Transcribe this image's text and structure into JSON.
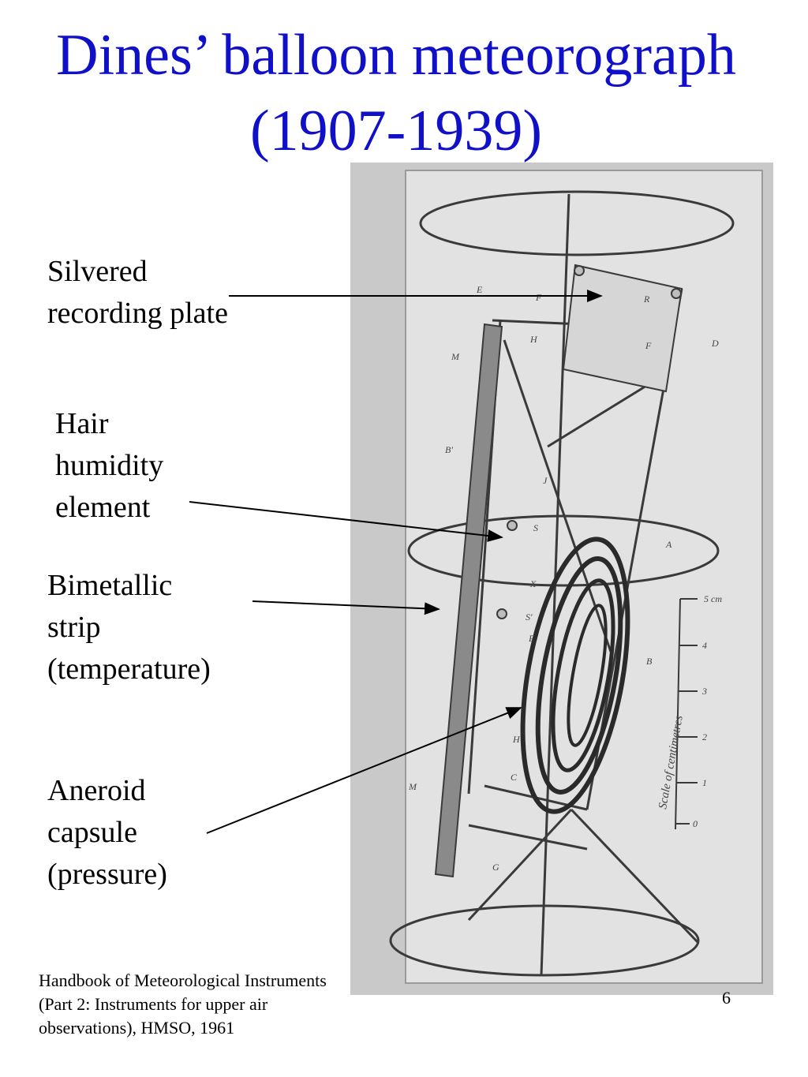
{
  "slide": {
    "title_line1": "Dines’ balloon meteorograph",
    "title_line2": "(1907-1939)",
    "page_number": "6"
  },
  "labels": {
    "plate": [
      "Silvered",
      "recording plate"
    ],
    "humidity": [
      "Hair",
      "humidity",
      "element"
    ],
    "temperature": [
      "Bimetallic",
      "strip",
      "(temperature)"
    ],
    "pressure": [
      "Aneroid",
      "capsule",
      "(pressure)"
    ]
  },
  "source": "Handbook of Meteorological Instruments (Part 2: Instruments for upper air observations), HMSO, 1961",
  "figure": {
    "part_letters": [
      "E",
      "F",
      "R",
      "D",
      "M",
      "H",
      "F",
      "B'",
      "J",
      "S",
      "A",
      "X",
      "S'",
      "E",
      "B",
      "H",
      "M",
      "C",
      "G"
    ],
    "scale_caption": "Scale of centimetres",
    "scale_marks": [
      "5 cm",
      "4",
      "3",
      "2",
      "1",
      "0"
    ]
  },
  "colors": {
    "title": "#1010c8",
    "photo_background": "#c9c9c9",
    "photo_paper": "#e2e2e2",
    "ink": "#3a3a3a"
  }
}
